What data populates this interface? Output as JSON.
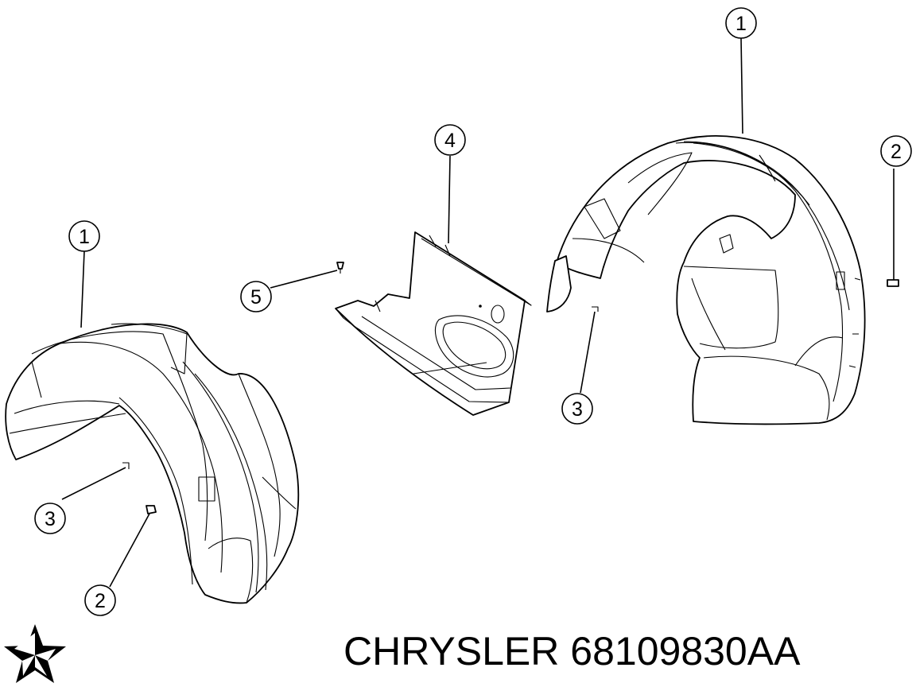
{
  "callouts": [
    {
      "id": "c1",
      "label": "1"
    },
    {
      "id": "c2",
      "label": "1"
    },
    {
      "id": "c3",
      "label": "2"
    },
    {
      "id": "c4",
      "label": "2"
    },
    {
      "id": "c5",
      "label": "3"
    },
    {
      "id": "c6",
      "label": "3"
    },
    {
      "id": "c7",
      "label": "4"
    },
    {
      "id": "c8",
      "label": "5"
    }
  ],
  "footer": {
    "text": "CHRYSLER 68109830AA"
  },
  "logo": {
    "name": "chrysler-pentastar-logo",
    "color": "#000000"
  },
  "colors": {
    "ink": "#000000",
    "background": "#ffffff"
  }
}
